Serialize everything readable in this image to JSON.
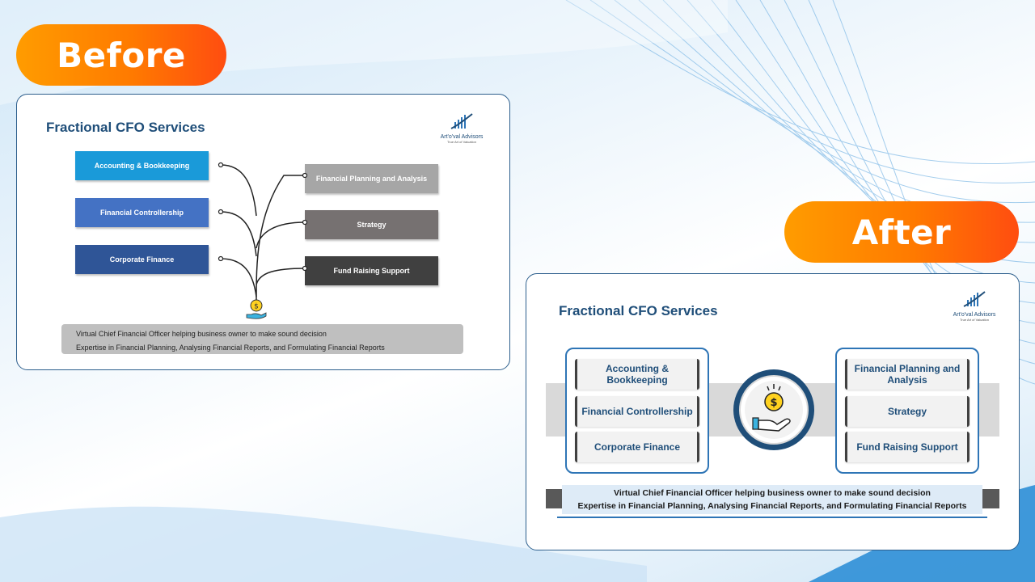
{
  "labels": {
    "before": "Before",
    "after": "After"
  },
  "slide": {
    "title": "Fractional CFO Services",
    "logo_name": "Art'o'val Advisors",
    "logo_tagline": "True Art of Valuation",
    "left_services": [
      "Accounting & Bookkeeping",
      "Financial Controllership",
      "Corporate Finance"
    ],
    "right_services": [
      "Financial Planning and Analysis",
      "Strategy",
      "Fund Raising Support"
    ],
    "after_left_services": [
      "Accounting & Bookkeeping",
      "Financial Controllership",
      "Corporate Finance"
    ],
    "after_right_services": [
      "Financial Planning and Analysis",
      "Strategy",
      "Fund Raising Support"
    ],
    "summary_line_1": "Virtual Chief Financial Officer helping business owner to make sound decision",
    "summary_line_2": "Expertise in Financial Planning, Analysing Financial Reports, and Formulating Financial Reports"
  },
  "colors": {
    "accent_orange": "#ff7a00",
    "title_blue": "#1f4e79",
    "border_blue": "#2e75b6"
  },
  "icons": [
    "money-hand-icon",
    "logo-bars-icon"
  ]
}
